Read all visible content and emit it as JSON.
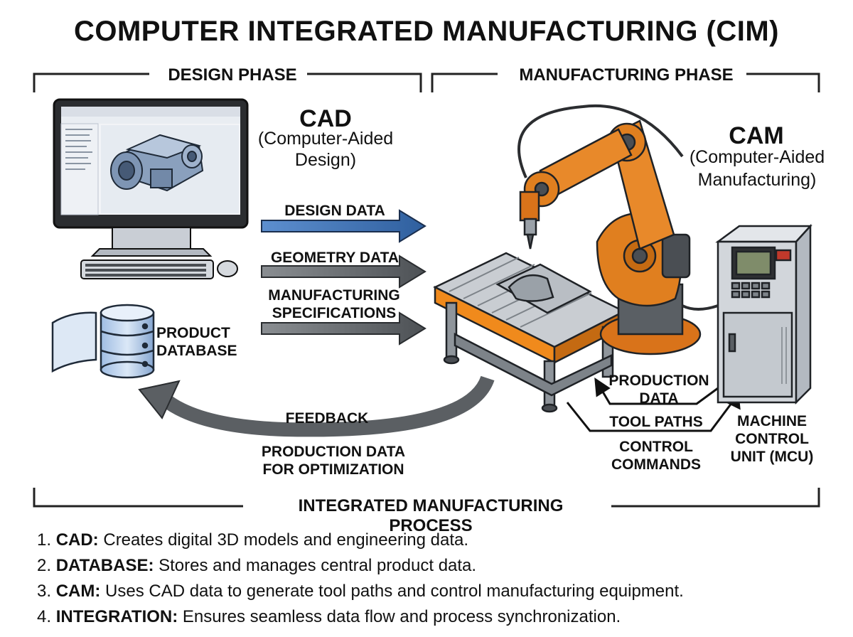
{
  "title": "COMPUTER INTEGRATED MANUFACTURING (CIM)",
  "phases": {
    "design": "DESIGN PHASE",
    "manufacturing": "MANUFACTURING PHASE",
    "integrated": "INTEGRATED MANUFACTURING PROCESS"
  },
  "cad": {
    "name": "CAD",
    "full_line1": "(Computer-Aided",
    "full_line2": "Design)"
  },
  "cam": {
    "name": "CAM",
    "full_line1": "(Computer-Aided",
    "full_line2": "Manufacturing)"
  },
  "flows": {
    "design_data": "DESIGN DATA",
    "geometry_data": "GEOMETRY DATA",
    "manufacturing_specs_line1": "MANUFACTURING",
    "manufacturing_specs_line2": "SPECIFICATIONS",
    "feedback": "FEEDBACK",
    "production_opt_line1": "PRODUCTION DATA",
    "production_opt_line2": "FOR OPTIMIZATION",
    "production_data_line1": "PRODUCTION",
    "production_data_line2": "DATA",
    "tool_paths": "TOOL PATHS",
    "control_commands_line1": "CONTROL",
    "control_commands_line2": "COMMANDS"
  },
  "database": {
    "line1": "PRODUCT",
    "line2": "DATABASE"
  },
  "mcu": {
    "line1": "MACHINE",
    "line2": "CONTROL",
    "line3": "UNIT (MCU)"
  },
  "list": [
    {
      "num": "1.",
      "term": "CAD:",
      "desc": "Creates digital 3D models and engineering data."
    },
    {
      "num": "2.",
      "term": "DATABASE:",
      "desc": "Stores and manages central product data."
    },
    {
      "num": "3.",
      "term": "CAM:",
      "desc": "Uses CAD data to generate tool paths and control manufacturing equipment."
    },
    {
      "num": "4.",
      "term": "INTEGRATION:",
      "desc": "Ensures seamless data flow and process synchronization."
    }
  ],
  "colors": {
    "blue_arrow": "#3a6fb0",
    "gray_arrow": "#5b5f63",
    "robot_orange": "#e07f1f",
    "table_orange": "#f08a1c"
  }
}
